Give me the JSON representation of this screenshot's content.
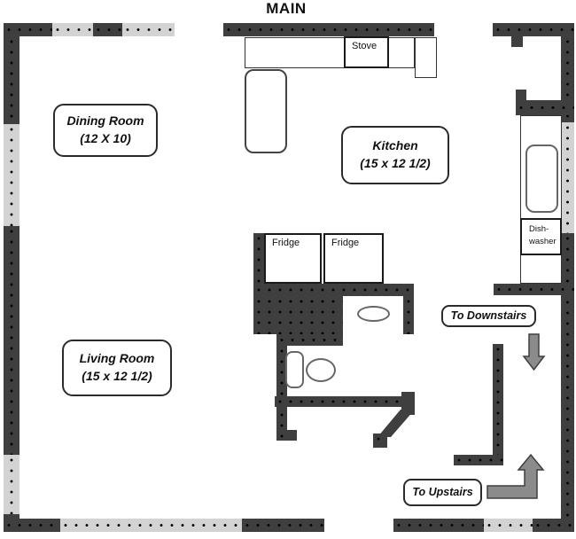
{
  "title": "MAIN",
  "rooms": {
    "dining": {
      "name": "Dining Room",
      "dims": "(12 X 10)"
    },
    "kitchen": {
      "name": "Kitchen",
      "dims": "(15 x 12 1/2)"
    },
    "living": {
      "name": "Living Room",
      "dims": "(15 x 12 1/2)"
    }
  },
  "appliances": {
    "stove": "Stove",
    "fridge_left": "Fridge",
    "fridge_right": "Fridge",
    "dishwasher_line1": "Dish-",
    "dishwasher_line2": "washer"
  },
  "stairs": {
    "downstairs": "To Downstairs",
    "upstairs": "To Upstairs"
  },
  "colors": {
    "wall_dark": "#3f3f3f",
    "window_light": "#d3d3d3",
    "arrow_fill": "#8b8b8b",
    "arrow_border": "#3f3f3f",
    "background": "#ffffff"
  }
}
